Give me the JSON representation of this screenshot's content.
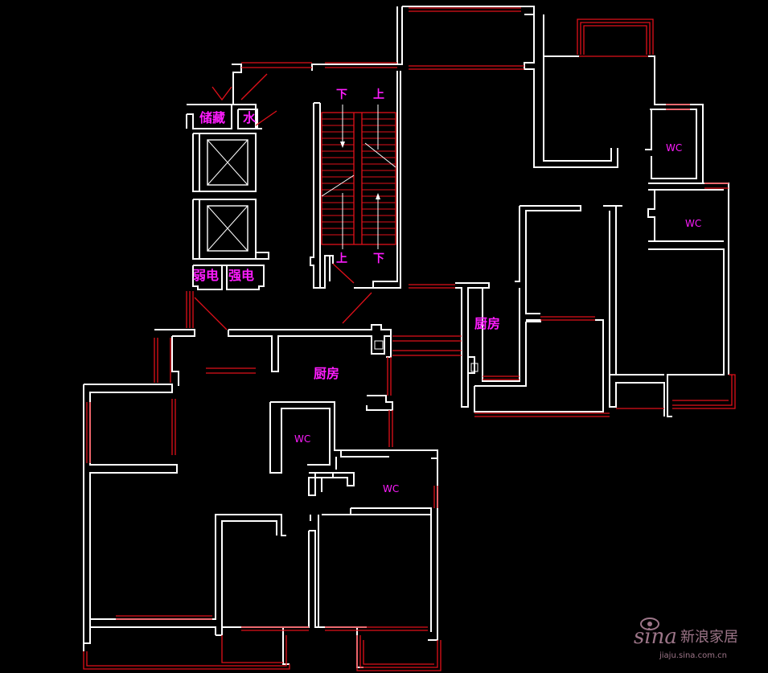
{
  "labels": {
    "storage": "储藏",
    "water": "水",
    "weak_electric": "弱电",
    "strong_electric": "强电",
    "stair_down_left": "下",
    "stair_up_right": "上",
    "stair_up_left": "上",
    "stair_down_right": "下",
    "kitchen_left": "厨房",
    "kitchen_right": "厨房",
    "wc_top_right_1": "WC",
    "wc_top_right_2": "WC",
    "wc_left_1": "WC",
    "wc_left_2": "WC"
  },
  "watermark": {
    "brand": "sina",
    "site_name": "新浪家居",
    "url": "jiaju.sina.com.cn"
  },
  "colors": {
    "background": "#000000",
    "walls": "#ffffff",
    "windows_doors": "#e0101a",
    "labels": "#ff1cff"
  }
}
